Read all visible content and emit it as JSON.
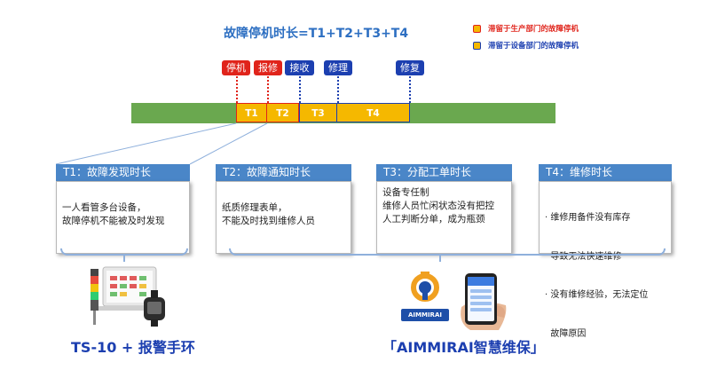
{
  "formula": "故障停机时长=T1+T2+T3+T4",
  "legend": [
    {
      "text": "滞留于生产部门的故障停机",
      "color": "#e0241b"
    },
    {
      "text": "滞留于设备部门的故障停机",
      "color": "#1c3fb0"
    }
  ],
  "events": [
    {
      "label": "停机",
      "color": "#e0241b"
    },
    {
      "label": "报修",
      "color": "#e0241b"
    },
    {
      "label": "接收",
      "color": "#1c3fb0"
    },
    {
      "label": "修理",
      "color": "#1c3fb0"
    },
    {
      "label": "修复",
      "color": "#1c3fb0"
    }
  ],
  "segments": [
    "T1",
    "T2",
    "T3",
    "T4"
  ],
  "cards": [
    {
      "title": "T1：故障发现时长",
      "lines": [
        "一人看管多台设备，",
        "故障停机不能被及时发现"
      ]
    },
    {
      "title": "T2：故障通知时长",
      "lines": [
        "纸质修理表单，",
        "不能及时找到维修人员"
      ]
    },
    {
      "title": "T3：分配工单时长",
      "lines": [
        "设备专任制",
        "维修人员忙闲状态没有把控",
        "人工判断分单，成为瓶颈"
      ]
    },
    {
      "title": "T4：维修时长",
      "lines": [
        "· 维修用备件没有库存",
        "  导致无法快速维修",
        "· 没有维修经验，无法定位",
        "  故障原因"
      ]
    }
  ],
  "products": {
    "left_caption": "TS-10 + 报警手环",
    "right_caption": "「AIMMIRAI智慧维保」",
    "logo_text": "AIMMIRAI"
  }
}
